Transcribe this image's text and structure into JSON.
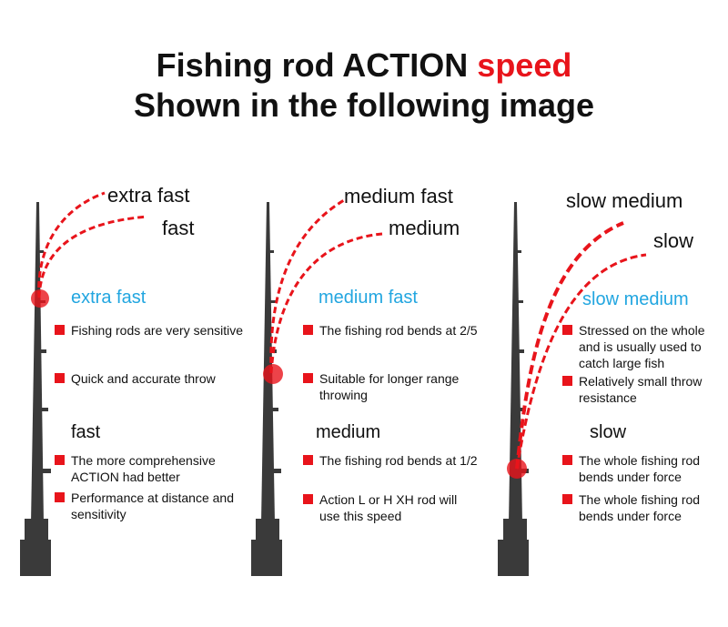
{
  "header": {
    "title_prefix": "Fishing rod ACTION ",
    "title_accent": "speed",
    "subtitle": "Shown in the following image"
  },
  "colors": {
    "accent": "#e8141b",
    "section_blue": "#22a6e0",
    "rod": "#3a3a3a"
  },
  "panels": [
    {
      "curve_labels": [
        "extra fast",
        "fast"
      ],
      "sections": [
        {
          "heading": "extra fast",
          "heading_color": "blue",
          "bullets": [
            "Fishing rods are very sensitive",
            "Quick and accurate throw"
          ]
        },
        {
          "heading": "fast",
          "heading_color": "black",
          "bullets": [
            "The more comprehensive ACTION had better",
            "Performance at distance and sensitivity"
          ]
        }
      ]
    },
    {
      "curve_labels": [
        "medium fast",
        "medium"
      ],
      "sections": [
        {
          "heading": "medium fast",
          "heading_color": "blue",
          "bullets": [
            "The fishing rod bends at 2/5",
            "Suitable for longer range throwing"
          ]
        },
        {
          "heading": "medium",
          "heading_color": "black",
          "bullets": [
            "The fishing rod bends at 1/2",
            "Action L  or H XH rod will use this speed"
          ]
        }
      ]
    },
    {
      "curve_labels": [
        "slow medium",
        "slow"
      ],
      "sections": [
        {
          "heading": "slow medium",
          "heading_color": "blue",
          "bullets": [
            "Stressed on the whole and is usually used to catch large fish",
            "Relatively small throw resistance"
          ]
        },
        {
          "heading": "slow",
          "heading_color": "black",
          "bullets": [
            "The whole fishing rod bends under force",
            "The whole fishing rod bends under force"
          ]
        }
      ]
    }
  ]
}
